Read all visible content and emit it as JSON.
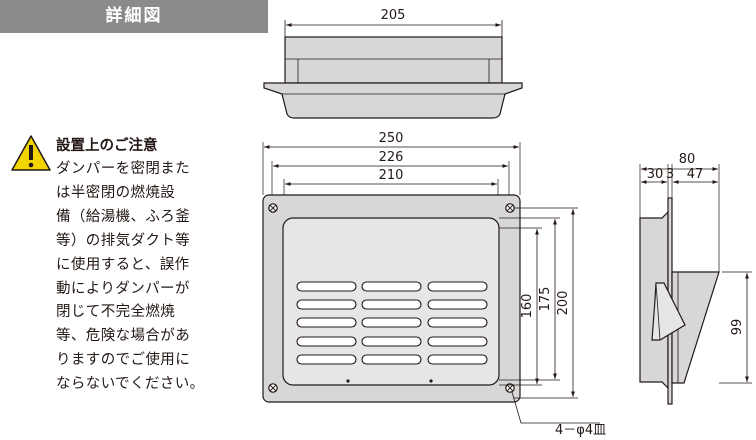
{
  "header": {
    "title": "詳細図"
  },
  "caution": {
    "title": "設置上のご注意",
    "icon": "warning-triangle-icon",
    "lines": [
      "ダンパーを密閉また",
      "は半密閉の燃焼設",
      "備（給湯機、ふろ釜",
      "等）の排気ダクト等",
      "に使用すると、誤作",
      "動によりダンパーが",
      "閉じて不完全燃焼",
      "等、危険な場合があ",
      "りますのでご使用に",
      "ならないでください。"
    ]
  },
  "dimensions": {
    "top_width": "205",
    "front_outer": "250",
    "front_mid": "226",
    "front_inner": "210",
    "height_160": "160",
    "height_175": "175",
    "height_200": "200",
    "side_total": "80",
    "side_a": "30",
    "side_b": "3",
    "side_c": "47",
    "side_height": "99",
    "holes": "4－φ4皿"
  },
  "colors": {
    "header_bg": "#8b8b8b",
    "body_fill": "#d7d7d7",
    "inner_fill": "#e6e6e6",
    "line": "#231815",
    "warning_yellow": "#f2d400"
  }
}
